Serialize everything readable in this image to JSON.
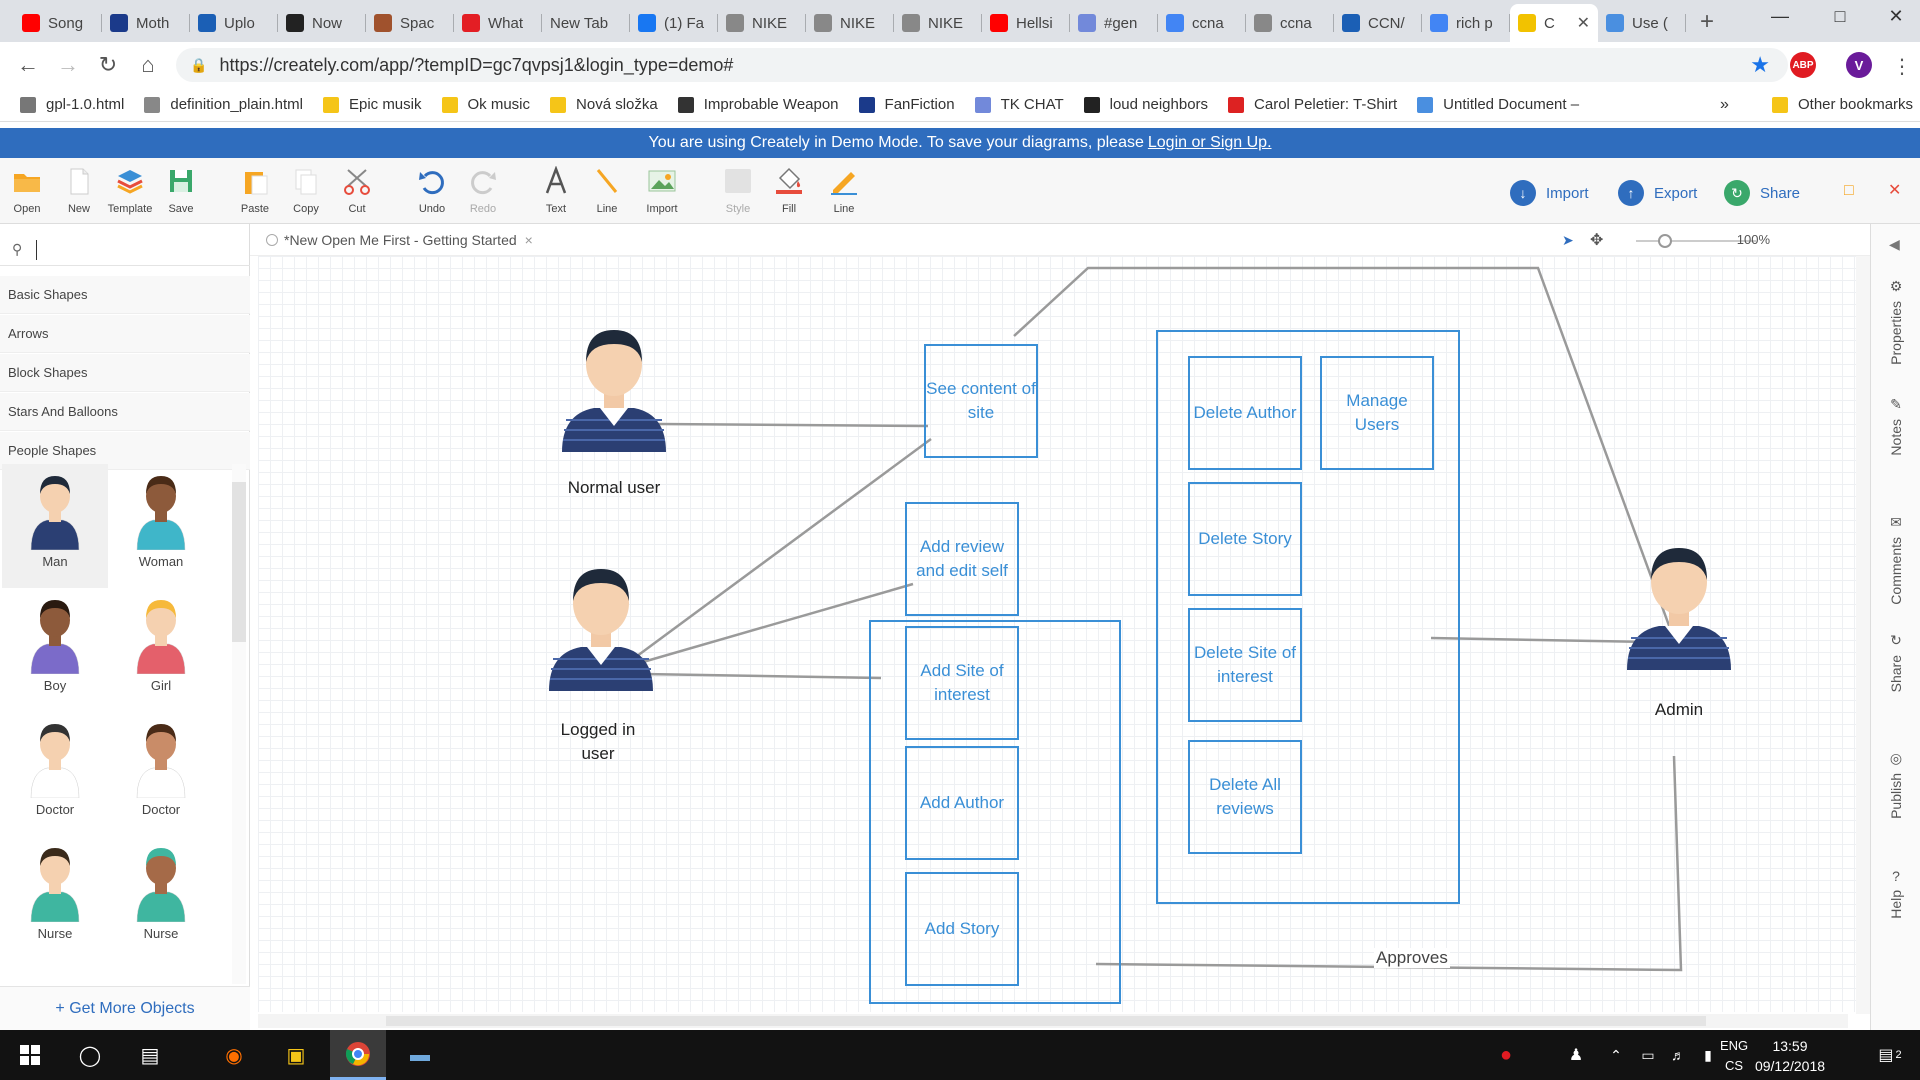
{
  "browser": {
    "tabs": [
      {
        "label": "Song",
        "color": "#ff0000"
      },
      {
        "label": "Moth",
        "color": "#1b3a8a"
      },
      {
        "label": "Uplo",
        "color": "#1b5fb5"
      },
      {
        "label": "Now",
        "color": "#222222"
      },
      {
        "label": "Spac",
        "color": "#a0522d"
      },
      {
        "label": "What",
        "color": "#e31e24"
      },
      {
        "label": "New Tab",
        "color": ""
      },
      {
        "label": "(1) Fa",
        "color": "#1877f2"
      },
      {
        "label": "NIKE",
        "color": "#888888"
      },
      {
        "label": "NIKE",
        "color": "#888888"
      },
      {
        "label": "NIKE",
        "color": "#888888"
      },
      {
        "label": "Hellsi",
        "color": "#ff0000"
      },
      {
        "label": "#gen",
        "color": "#7289da"
      },
      {
        "label": "ccna",
        "color": "#4285f4"
      },
      {
        "label": "ccna",
        "color": "#888888"
      },
      {
        "label": "CCN/",
        "color": "#1b5fb5"
      },
      {
        "label": "rich p",
        "color": "#4285f4"
      },
      {
        "label": "C",
        "color": "#f2c200",
        "active": true
      },
      {
        "label": "Use (",
        "color": "#4a8fe0"
      }
    ],
    "new_tab": "+",
    "url": "https://creately.com/app/?tempID=gc7qvpsj1&login_type=demo#",
    "ext_abp": "ABP",
    "profile_initial": "V",
    "bookmarks": [
      {
        "label": "gpl-1.0.html",
        "color": "#777777"
      },
      {
        "label": "definition_plain.html",
        "color": "#888888"
      },
      {
        "label": "Epic musik",
        "color": "#f5c518"
      },
      {
        "label": "Ok music",
        "color": "#f5c518"
      },
      {
        "label": "Nová složka",
        "color": "#f5c518"
      },
      {
        "label": "Improbable Weapon",
        "color": "#333333"
      },
      {
        "label": "FanFiction",
        "color": "#1b3a8a"
      },
      {
        "label": "TK CHAT",
        "color": "#7289da"
      },
      {
        "label": "loud neighbors",
        "color": "#222222"
      },
      {
        "label": "Carol Peletier: T-Shirt",
        "color": "#d22"
      },
      {
        "label": "Untitled Document –",
        "color": "#4a8fe0"
      }
    ],
    "bookmarks_more": "»",
    "other_bookmarks": "Other bookmarks"
  },
  "banner": {
    "text": "You are using Creately in Demo Mode. To save your diagrams, please",
    "link": "Login or Sign Up."
  },
  "toolbar": {
    "open": "Open",
    "new": "New",
    "template": "Template",
    "save": "Save",
    "paste": "Paste",
    "copy": "Copy",
    "cut": "Cut",
    "undo": "Undo",
    "redo": "Redo",
    "text": "Text",
    "line": "Line",
    "import": "Import",
    "style": "Style",
    "fill": "Fill",
    "line2": "Line",
    "import_btn": "Import",
    "export_btn": "Export",
    "share_btn": "Share"
  },
  "sidebar": {
    "search_placeholder": "",
    "libraries": [
      "Basic Shapes",
      "Arrows",
      "Block Shapes",
      "Stars And Balloons",
      "People Shapes"
    ],
    "shapes": [
      "Man",
      "Woman",
      "Boy",
      "Girl",
      "Doctor",
      "Doctor",
      "Nurse",
      "Nurse"
    ],
    "get_more": "+ Get More Objects"
  },
  "document": {
    "tab_title": "*New Open Me First - Getting Started",
    "zoom": "100%"
  },
  "diagram": {
    "actors": {
      "normal_user": "Normal user",
      "logged_in_user": "Logged in user",
      "admin": "Admin"
    },
    "boxes": {
      "see_content": "See content of site",
      "add_review": "Add review and edit self",
      "add_site": "Add Site of interest",
      "add_author": "Add Author",
      "add_story": "Add Story",
      "delete_author": "Delete Author",
      "manage_users": "Manage Users",
      "delete_story": "Delete Story",
      "delete_site": "Delete Site of interest",
      "delete_reviews": "Delete All reviews"
    },
    "approves": "Approves"
  },
  "rightpanel": [
    "Properties",
    "Notes",
    "Comments",
    "Share",
    "Publish",
    "Help"
  ],
  "taskbar": {
    "lang_top": "ENG",
    "lang_bottom": "CS",
    "time": "13:59",
    "date": "09/12/2018",
    "notif_count": "2"
  }
}
